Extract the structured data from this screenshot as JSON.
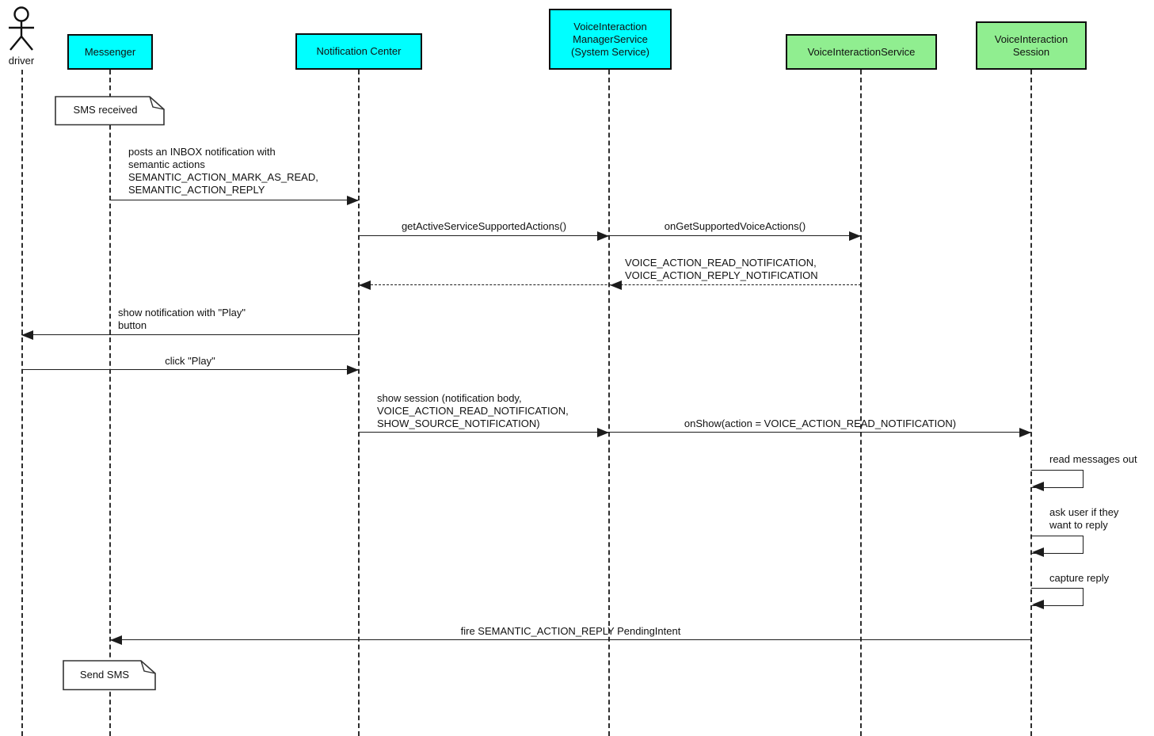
{
  "colors": {
    "background": "#ffffff",
    "cyan_participant": "#00ffff",
    "green_participant": "#90ee90",
    "line": "#1c1c1c",
    "note_fill": "#ffffff"
  },
  "diagram_type": "uml-sequence",
  "actor": {
    "label": "driver"
  },
  "participants": [
    {
      "label": "Messenger",
      "color": "#00ffff"
    },
    {
      "label": "Notification Center",
      "color": "#00ffff"
    },
    {
      "label": "VoiceInteraction\nManagerService\n(System Service)",
      "color": "#00ffff"
    },
    {
      "label": "VoiceInteractionService",
      "color": "#90ee90"
    },
    {
      "label": "VoiceInteraction\nSession",
      "color": "#90ee90"
    }
  ],
  "notes": [
    {
      "text": "SMS received",
      "anchor": "Messenger"
    },
    {
      "text": "Send SMS",
      "anchor": "Messenger"
    }
  ],
  "messages": [
    {
      "label": "posts an INBOX notification with\nsemantic actions\nSEMANTIC_ACTION_MARK_AS_READ,\nSEMANTIC_ACTION_REPLY",
      "from": "Messenger",
      "to": "Notification Center",
      "style": "solid"
    },
    {
      "label": "getActiveServiceSupportedActions()",
      "from": "Notification Center",
      "to": "VoiceInteractionManagerService",
      "style": "solid"
    },
    {
      "label": "onGetSupportedVoiceActions()",
      "from": "VoiceInteractionManagerService",
      "to": "VoiceInteractionService",
      "style": "solid"
    },
    {
      "label": "VOICE_ACTION_READ_NOTIFICATION,\nVOICE_ACTION_REPLY_NOTIFICATION",
      "from": "VoiceInteractionService",
      "to": "Notification Center",
      "style": "dashed-return"
    },
    {
      "label": "show notification with \"Play\"\nbutton",
      "from": "Notification Center",
      "to": "driver",
      "style": "solid"
    },
    {
      "label": "click \"Play\"",
      "from": "driver",
      "to": "Notification Center",
      "style": "solid"
    },
    {
      "label": "show session (notification body,\nVOICE_ACTION_READ_NOTIFICATION,\nSHOW_SOURCE_NOTIFICATION)",
      "from": "Notification Center",
      "to": "VoiceInteractionManagerService",
      "style": "solid"
    },
    {
      "label": "onShow(action = VOICE_ACTION_READ_NOTIFICATION)",
      "from": "VoiceInteractionManagerService",
      "to": "VoiceInteractionSession",
      "style": "solid"
    },
    {
      "label": "read messages out",
      "from": "VoiceInteractionSession",
      "to": "VoiceInteractionSession",
      "style": "self"
    },
    {
      "label": "ask user if they\nwant to reply",
      "from": "VoiceInteractionSession",
      "to": "VoiceInteractionSession",
      "style": "self"
    },
    {
      "label": "capture reply",
      "from": "VoiceInteractionSession",
      "to": "VoiceInteractionSession",
      "style": "self"
    },
    {
      "label": "fire SEMANTIC_ACTION_REPLY PendingIntent",
      "from": "VoiceInteractionSession",
      "to": "Messenger",
      "style": "solid"
    }
  ]
}
